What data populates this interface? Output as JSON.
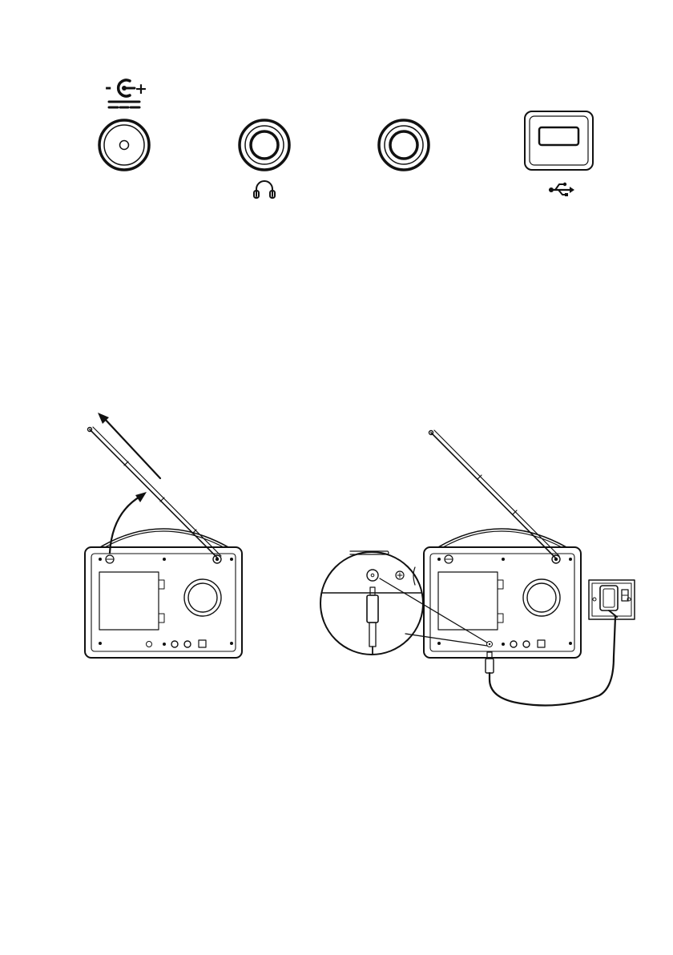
{
  "page": {
    "background": "#ffffff",
    "line_color": "#111111"
  },
  "connectors": [
    {
      "name": "dc-power-input",
      "icon": "dc-polarity-icon",
      "symbol_minus": "-",
      "symbol_plus": "+"
    },
    {
      "name": "headphone-jack",
      "icon": "headphones-icon"
    },
    {
      "name": "aux-in-jack",
      "icon": ""
    },
    {
      "name": "usb-port",
      "icon": "usb-icon"
    }
  ],
  "illustrations": [
    {
      "name": "extend-antenna",
      "icon": "radio-back-icon"
    },
    {
      "name": "connect-power-adapter",
      "icon": "power-adapter-icon"
    }
  ]
}
